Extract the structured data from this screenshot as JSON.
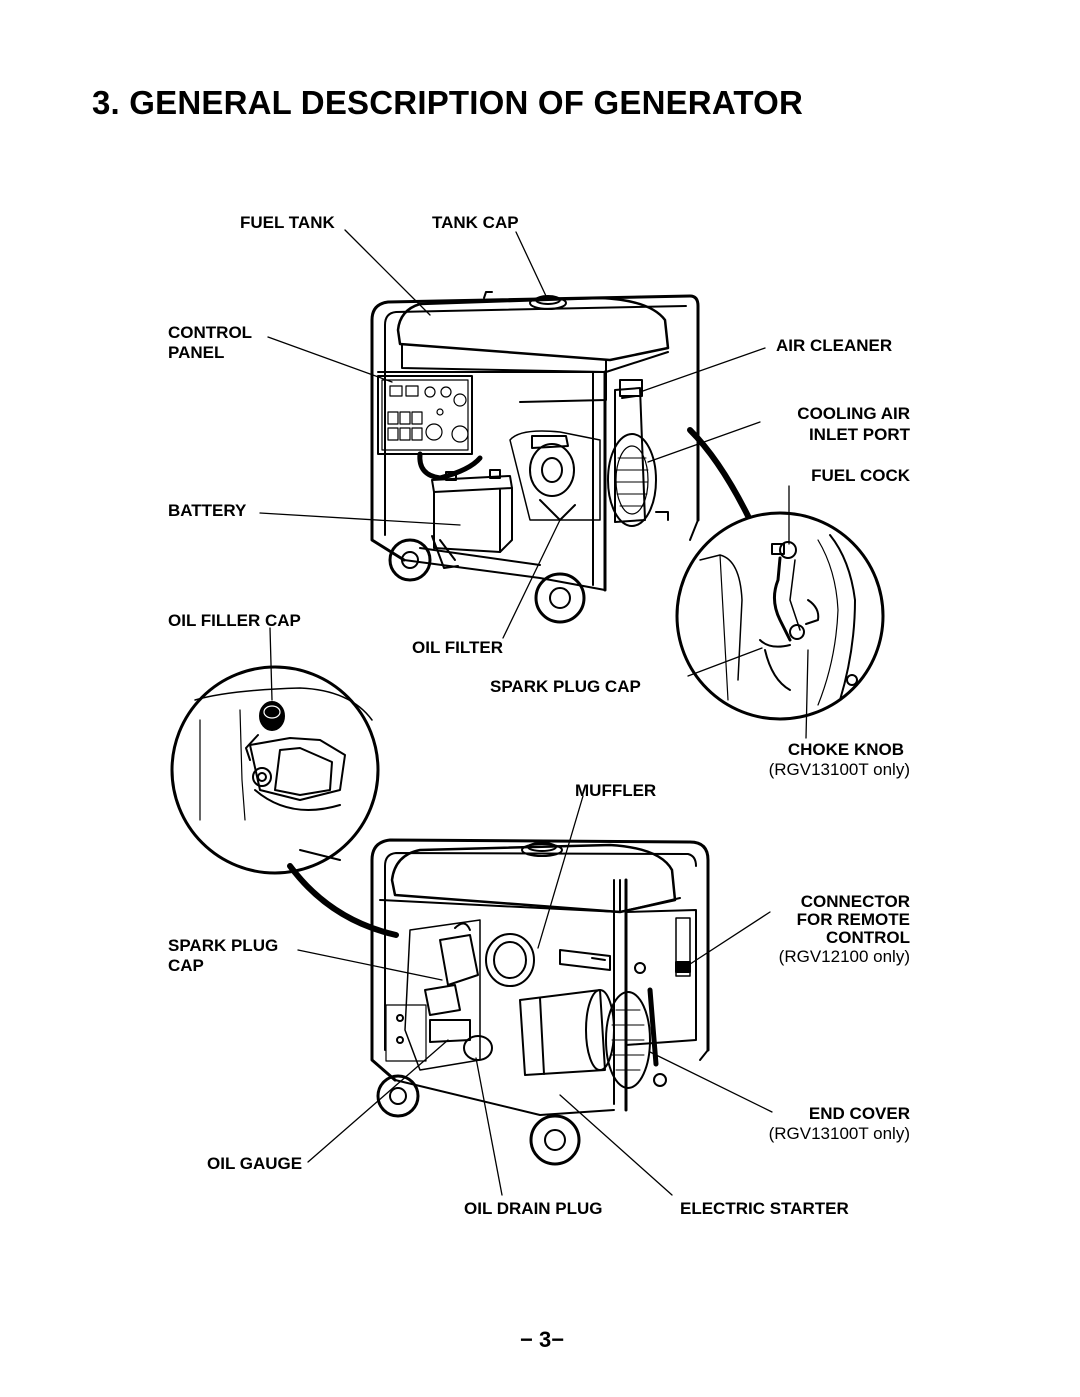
{
  "title": "3.  GENERAL DESCRIPTION OF GENERATOR",
  "labels": {
    "fuel_tank": "FUEL TANK",
    "tank_cap": "TANK CAP",
    "control_panel_1": "CONTROL",
    "control_panel_2": "PANEL",
    "air_cleaner": "AIR CLEANER",
    "cooling_air_1": "COOLING AIR",
    "cooling_air_2": "INLET PORT",
    "fuel_cock": "FUEL COCK",
    "battery": "BATTERY",
    "oil_filler_cap": "OIL FILLER CAP",
    "oil_filter": "OIL FILTER",
    "spark_plug_cap_top": "SPARK PLUG CAP",
    "choke_knob": "CHOKE KNOB",
    "choke_knob_note": "(RGV13100T only)",
    "muffler": "MUFFLER",
    "connector_1": "CONNECTOR",
    "connector_2": "FOR REMOTE",
    "connector_3": "CONTROL",
    "connector_note": "(RGV12100 only)",
    "spark_plug_cap_1": "SPARK PLUG",
    "spark_plug_cap_2": "CAP",
    "end_cover": "END COVER",
    "end_cover_note": "(RGV13100T only)",
    "oil_gauge": "OIL GAUGE",
    "oil_drain_plug": "OIL DRAIN PLUG",
    "electric_starter": "ELECTRIC STARTER"
  },
  "page_number": "− 3−"
}
